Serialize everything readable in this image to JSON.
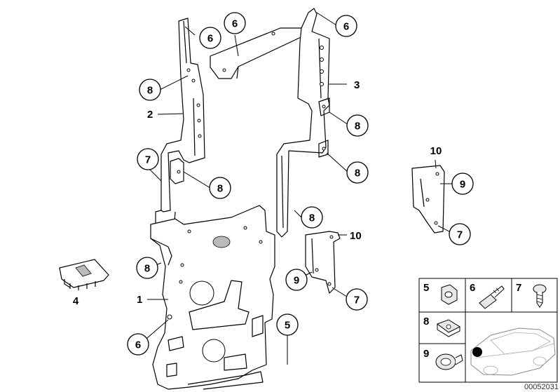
{
  "diagram": {
    "callouts": {
      "c1": "1",
      "c2": "2",
      "c3": "3",
      "c4": "4",
      "c5": "5",
      "c6a": "6",
      "c6b": "6",
      "c6c": "6",
      "c6d": "6",
      "c7a": "7",
      "c7b": "7",
      "c7c": "7",
      "c8a": "8",
      "c8b": "8",
      "c8c": "8",
      "c8d": "8",
      "c8e": "8",
      "c8f": "8",
      "c9a": "9",
      "c9b": "9",
      "c10a": "10",
      "c10b": "10"
    },
    "legend": {
      "cell5": "5",
      "cell6": "6",
      "cell7": "7",
      "cell8": "8",
      "cell9": "9"
    },
    "drawing_number": "00052031"
  }
}
